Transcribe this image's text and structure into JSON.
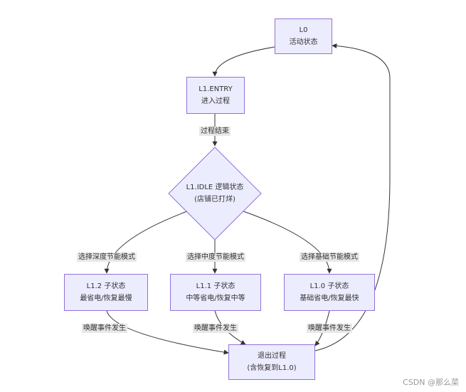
{
  "nodes": {
    "l0": {
      "line1": "L0",
      "line2": "活动状态"
    },
    "l1_entry": {
      "line1": "L1.ENTRY",
      "line2": "进入过程"
    },
    "l1_idle": {
      "line1": "L1.IDLE 逻辑状态",
      "line2": "(店铺已打烊)"
    },
    "l1_2": {
      "line1": "L1.2 子状态",
      "line2": "最省电/恢复最慢"
    },
    "l1_1": {
      "line1": "L1.1 子状态",
      "line2": "中等省电/恢复中等"
    },
    "l1_0": {
      "line1": "L1.0 子状态",
      "line2": "基础省电/恢复最快"
    },
    "exit": {
      "line1": "退出过程",
      "line2": "(含恢复到L1.0)"
    }
  },
  "edge_labels": {
    "entry_done": "过程结束",
    "choose_deep": "选择深度节能模式",
    "choose_medium": "选择中度节能模式",
    "choose_basic": "选择基础节能模式",
    "wake_1": "唤醒事件发生",
    "wake_2": "唤醒事件发生",
    "wake_3": "唤醒事件发生"
  },
  "watermark": "CSDN @那么菜",
  "colors": {
    "node_fill": "#ececff",
    "node_border": "#9370db",
    "edge": "#333333",
    "label_bg": "#e8e8e8"
  }
}
